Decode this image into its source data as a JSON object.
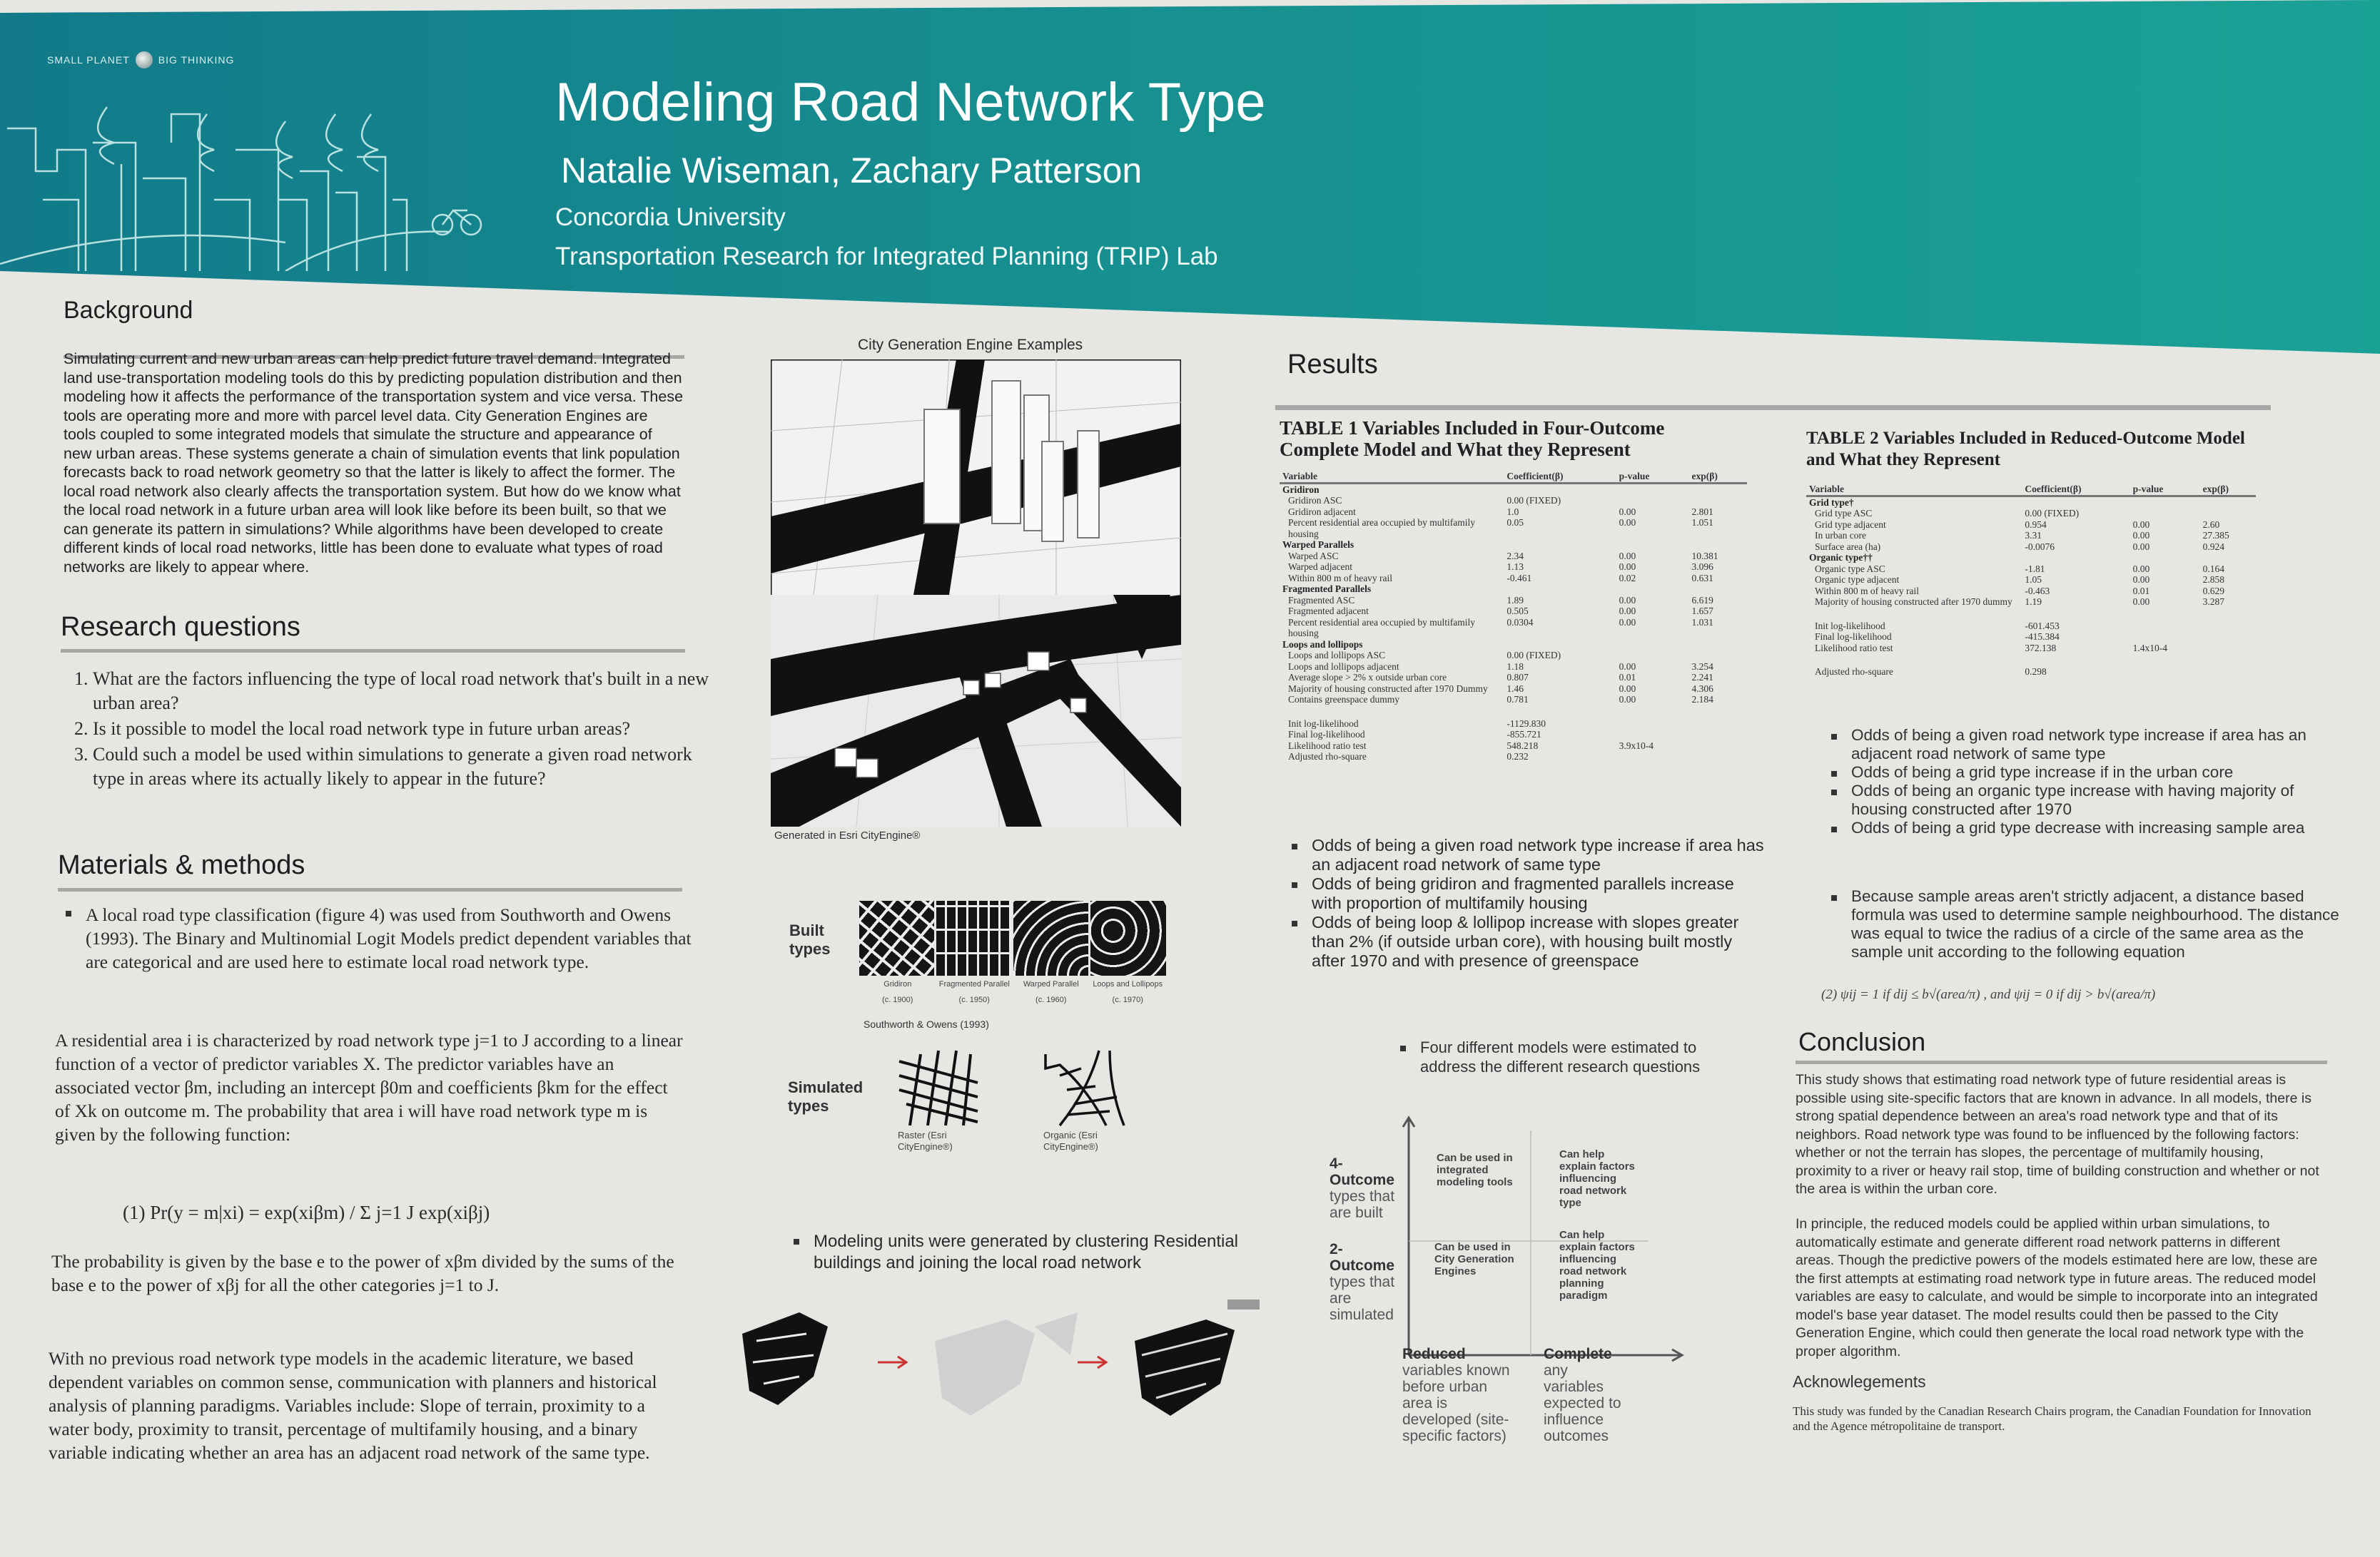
{
  "header": {
    "logo_text_left": "SMALL PLANET",
    "logo_text_right": "BIG THINKING",
    "title": "Modeling Road Network Type",
    "authors": "Natalie Wiseman, Zachary Patterson",
    "institution": "Concordia University",
    "lab": "Transportation Research for Integrated Planning (TRIP) Lab",
    "colors": {
      "teal_dark": "#127a8a",
      "teal_light": "#1aa196"
    }
  },
  "background": {
    "heading": "Background",
    "text": "Simulating current and new urban areas can help predict future travel demand. Integrated land use-transportation modeling tools do this by predicting population distribution and then modeling how it affects the performance of the transportation system and vice versa. These tools are operating more and more with parcel level data. City Generation Engines are tools coupled to some integrated models that simulate the structure and appearance of new urban areas. These systems generate a chain of simulation events that link population forecasts back to road network geometry so that the latter is likely to affect the former. The local road network also clearly affects the transportation system. But how do we know what the local road network in a future urban area will look like before its been built, so that we can generate its pattern in simulations? While algorithms have been developed to create different kinds of local road networks, little has been done to evaluate what types of road networks are likely to appear where."
  },
  "research_questions": {
    "heading": "Research questions",
    "items": [
      "What are the factors influencing the type of local road network that's built in a new urban area?",
      "Is it possible to model the local road network type in future urban areas?",
      "Could such a model be used within simulations to generate a given road network type in areas where its actually likely to appear in the future?"
    ]
  },
  "methods": {
    "heading": "Materials & methods",
    "bullet": "A local road type classification (figure 4) was used from Southworth and Owens (1993). The Binary and Multinomial Logit Models predict dependent variables that are categorical and are used here to estimate local road network type.",
    "para1": "A residential area i is characterized by road network type j=1 to J according to a linear function of a vector of predictor variables X. The predictor variables have an associated vector βm, including an intercept β0m and coefficients βkm for the effect of Xk on outcome m. The probability that area i will have road network type m is given by the following function:",
    "equation": "(1) Pr(y = m|xi) = exp(xiβm) / Σ j=1 J exp(xiβj)",
    "para2": "The probability is given by the base e to the power of xβm divided by the sums of the base e to the power of xβj for all the other categories j=1 to J.",
    "para3": "With no previous road network type models in the academic literature, we based dependent variables on common sense, communication with planners and historical analysis of planning paradigms. Variables include: Slope of terrain, proximity to a water body, proximity to transit, percentage of multifamily housing, and a binary variable indicating whether an area has an adjacent road network of the same type."
  },
  "figures": {
    "cge_title": "City Generation Engine Examples",
    "cge_caption": "Generated in Esri CityEngine®",
    "built_label": "Built types",
    "built_types": [
      {
        "name": "Gridiron",
        "era": "(c. 1900)"
      },
      {
        "name": "Fragmented Parallel",
        "era": "(c. 1950)"
      },
      {
        "name": "Warped Parallel",
        "era": "(c. 1960)"
      },
      {
        "name": "Loops and Lollipops",
        "era": "(c. 1970)"
      }
    ],
    "built_source": "Southworth & Owens (1993)",
    "simulated_label": "Simulated types",
    "simulated_types": [
      "Raster (Esri CityEngine®)",
      "Organic (Esri CityEngine®)"
    ],
    "clustering_bullet": "Modeling units were generated by clustering Residential buildings and joining the local road network"
  },
  "results": {
    "heading": "Results",
    "table1": {
      "title": "TABLE 1 Variables Included in Four-Outcome Complete Model and What they Represent",
      "columns": [
        "Variable",
        "Coefficient(β)",
        "p-value",
        "exp(β)"
      ],
      "rows": [
        [
          "Gridiron",
          "",
          "",
          "",
          "h"
        ],
        [
          "Gridiron ASC",
          "0.00 (FIXED)",
          "",
          ""
        ],
        [
          "Gridiron adjacent",
          "1.0",
          "0.00",
          "2.801"
        ],
        [
          "Percent residential area occupied by multifamily housing",
          "0.05",
          "0.00",
          "1.051"
        ],
        [
          "Warped Parallels",
          "",
          "",
          "",
          "h"
        ],
        [
          "Warped ASC",
          "2.34",
          "0.00",
          "10.381"
        ],
        [
          "Warped adjacent",
          "1.13",
          "0.00",
          "3.096"
        ],
        [
          "Within 800 m of heavy rail",
          "-0.461",
          "0.02",
          "0.631"
        ],
        [
          "Fragmented Parallels",
          "",
          "",
          "",
          "h"
        ],
        [
          "Fragmented ASC",
          "1.89",
          "0.00",
          "6.619"
        ],
        [
          "Fragmented adjacent",
          "0.505",
          "0.00",
          "1.657"
        ],
        [
          "Percent residential area occupied by multifamily housing",
          "0.0304",
          "0.00",
          "1.031"
        ],
        [
          "Loops and lollipops",
          "",
          "",
          "",
          "h"
        ],
        [
          "Loops and lollipops ASC",
          "0.00 (FIXED)",
          "",
          ""
        ],
        [
          "Loops and lollipops adjacent",
          "1.18",
          "0.00",
          "3.254"
        ],
        [
          "Average slope > 2% x outside urban core",
          "0.807",
          "0.01",
          "2.241"
        ],
        [
          "Majority of housing constructed after 1970 Dummy",
          "1.46",
          "0.00",
          "4.306"
        ],
        [
          "Contains greenspace dummy",
          "0.781",
          "0.00",
          "2.184"
        ],
        [
          "",
          "",
          "",
          "",
          "gap"
        ],
        [
          "Init log-likelihood",
          "-1129.830",
          "",
          ""
        ],
        [
          "Final log-likelihood",
          "-855.721",
          "",
          ""
        ],
        [
          "Likelihood ratio test",
          "548.218",
          "3.9x10-4",
          ""
        ],
        [
          "Adjusted rho-square",
          "0.232",
          "",
          ""
        ]
      ]
    },
    "bullets1": [
      "Odds of being a given road network type increase if area has an adjacent road network of same type",
      "Odds of being gridiron and fragmented parallels increase with proportion of multifamily housing",
      "Odds of being loop & lollipop increase with slopes greater than 2% (if outside urban core), with housing built mostly after 1970 and with presence of greenspace"
    ],
    "models_bullet": "Four different models were estimated to address the different research questions",
    "quadrant": {
      "y_top": {
        "title": "4-Outcome",
        "desc": "types that are built"
      },
      "y_bottom": {
        "title": "2-Outcome",
        "desc": "types that are simulated"
      },
      "x_left": {
        "title": "Reduced",
        "desc": "variables known before urban area is developed (site-specific factors)"
      },
      "x_right": {
        "title": "Complete",
        "desc": "any variables expected to influence outcomes"
      },
      "cells": {
        "top_left": "Can be used in integrated modeling tools",
        "top_right": "Can help explain factors influencing road network type",
        "bottom_left": "Can be used in City Generation Engines",
        "bottom_right": "Can help explain factors influencing road network planning paradigm"
      }
    },
    "table2": {
      "title": "TABLE 2 Variables Included in Reduced-Outcome Model and What they Represent",
      "columns": [
        "Variable",
        "Coefficient(β)",
        "p-value",
        "exp(β)"
      ],
      "rows": [
        [
          "Grid type†",
          "",
          "",
          "",
          "h"
        ],
        [
          "Grid type ASC",
          "0.00 (FIXED)",
          "",
          ""
        ],
        [
          "Grid type adjacent",
          "0.954",
          "0.00",
          "2.60"
        ],
        [
          "In urban core",
          "3.31",
          "0.00",
          "27.385"
        ],
        [
          "Surface area (ha)",
          "-0.0076",
          "0.00",
          "0.924"
        ],
        [
          "Organic type††",
          "",
          "",
          "",
          "h"
        ],
        [
          "Organic type ASC",
          "-1.81",
          "0.00",
          "0.164"
        ],
        [
          "Organic type adjacent",
          "1.05",
          "0.00",
          "2.858"
        ],
        [
          "Within 800 m of heavy rail",
          "-0.463",
          "0.01",
          "0.629"
        ],
        [
          "Majority of housing constructed after 1970 dummy",
          "1.19",
          "0.00",
          "3.287"
        ],
        [
          "",
          "",
          "",
          "",
          "gap"
        ],
        [
          "Init log-likelihood",
          "-601.453",
          "",
          ""
        ],
        [
          "Final log-likelihood",
          "-415.384",
          "",
          ""
        ],
        [
          "Likelihood ratio test",
          "372.138",
          "1.4x10-4",
          ""
        ],
        [
          "",
          "",
          "",
          "",
          "gap"
        ],
        [
          "Adjusted rho-square",
          "0.298",
          "",
          ""
        ]
      ]
    },
    "bullets2": [
      "Odds of being a given road network type increase if area has an adjacent road network of same type",
      "Odds of being a grid type increase if in the urban core",
      "Odds of being an organic type increase with having majority of housing constructed after 1970",
      "Odds of being a grid type decrease with increasing sample area"
    ],
    "distance_bullet": "Because sample areas aren't strictly adjacent, a distance based formula was used to determine sample neighbourhood. The distance was equal to twice the radius of a circle of the same area as the sample unit according to the following equation",
    "equation2": "(2)   ψij = 1 if dij ≤ b√(area/π) , and ψij = 0 if dij > b√(area/π)"
  },
  "conclusion": {
    "heading": "Conclusion",
    "para1": "This study shows that estimating road network type of future residential areas is possible using site-specific factors that are known in advance. In all models, there is strong spatial dependence between an area's road network type and that of its neighbors. Road network type was found to be influenced by the following factors: whether or not the terrain has slopes, the percentage of multifamily housing, proximity to a river or heavy rail stop, time of building construction and whether or not the area is within the urban core.",
    "para2": "In principle, the reduced models could be applied within urban simulations, to automatically estimate and generate different road network patterns in different areas. Though the predictive powers of the models estimated here are low, these are the first attempts at estimating road network type in future areas. The reduced model variables are easy to calculate, and would be simple to incorporate into an integrated model's base year dataset. The model results could then be passed to the City Generation Engine, which could then generate the local road network type with the proper algorithm.",
    "ack_heading": "Acknowlegements",
    "ack_text": "This study was funded by the Canadian Research Chairs program, the Canadian Foundation for Innovation and the Agence métropolitaine de transport."
  }
}
